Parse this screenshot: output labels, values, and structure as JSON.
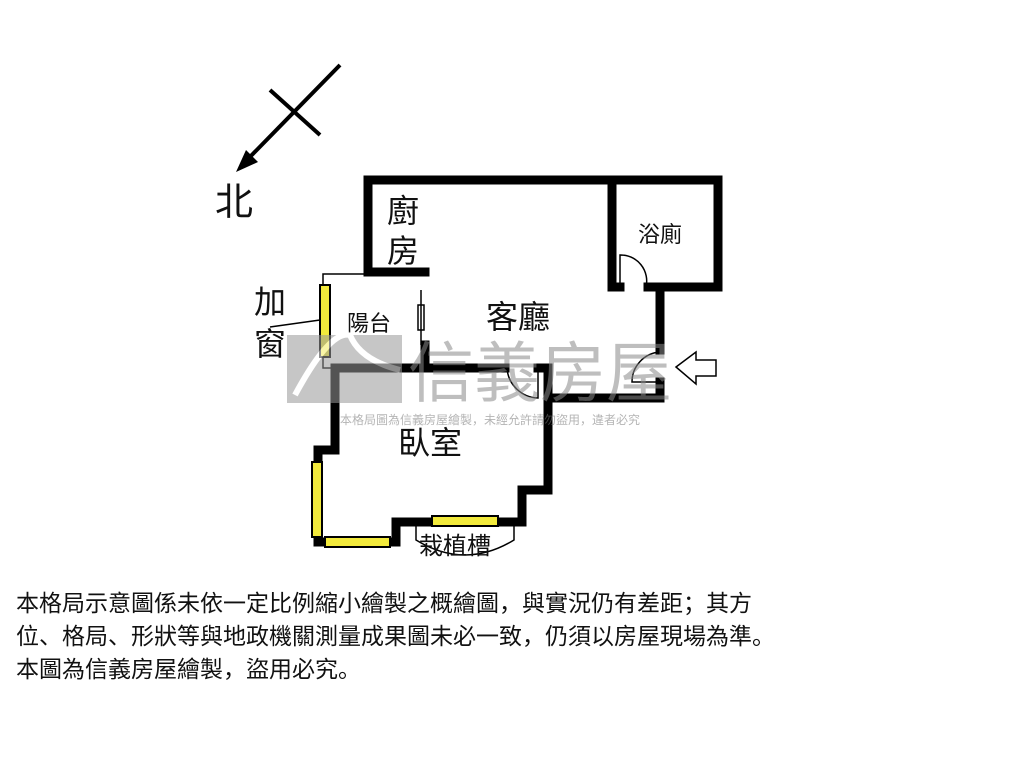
{
  "compass": {
    "north_label": "北"
  },
  "rooms": {
    "kitchen": "廚房",
    "bathroom": "浴廁",
    "living_room": "客廳",
    "balcony": "陽台",
    "bedroom": "臥室",
    "planter": "栽植槽",
    "added_window": "加窗"
  },
  "watermark": {
    "logo": "信義房屋",
    "notice": "本格局圖為信義房屋繪製，未經允許請勿盜用，違者必究"
  },
  "colors": {
    "wall": "#000000",
    "window": "#f2ea3c",
    "watermark": "#9a9a9a"
  },
  "disclaimer": {
    "lines": [
      "本格局示意圖係未依一定比例縮小繪製之概繪圖，與實況仍有差距；其方",
      "位、格局、形狀等與地政機關測量成果圖未必一致，仍須以房屋現場為準。",
      "本圖為信義房屋繪製，盜用必究。"
    ]
  }
}
